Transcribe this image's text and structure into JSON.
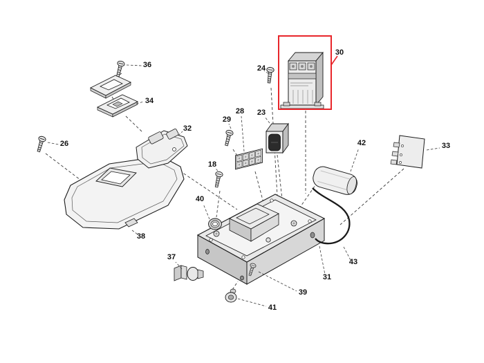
{
  "diagram": {
    "name": "exploded-parts-diagram",
    "background": "#ffffff",
    "line_color": "#1a1a1a",
    "highlight_color": "#e8252a"
  },
  "labels": {
    "p18": "18",
    "p23": "23",
    "p24": "24",
    "p26": "26",
    "p28": "28",
    "p29": "29",
    "p30": "30",
    "p31": "31",
    "p32": "32",
    "p33": "33",
    "p34": "34",
    "p36": "36",
    "p37": "37",
    "p38": "38",
    "p39": "39",
    "p40": "40",
    "p41": "41",
    "p42": "42",
    "p43": "43"
  }
}
